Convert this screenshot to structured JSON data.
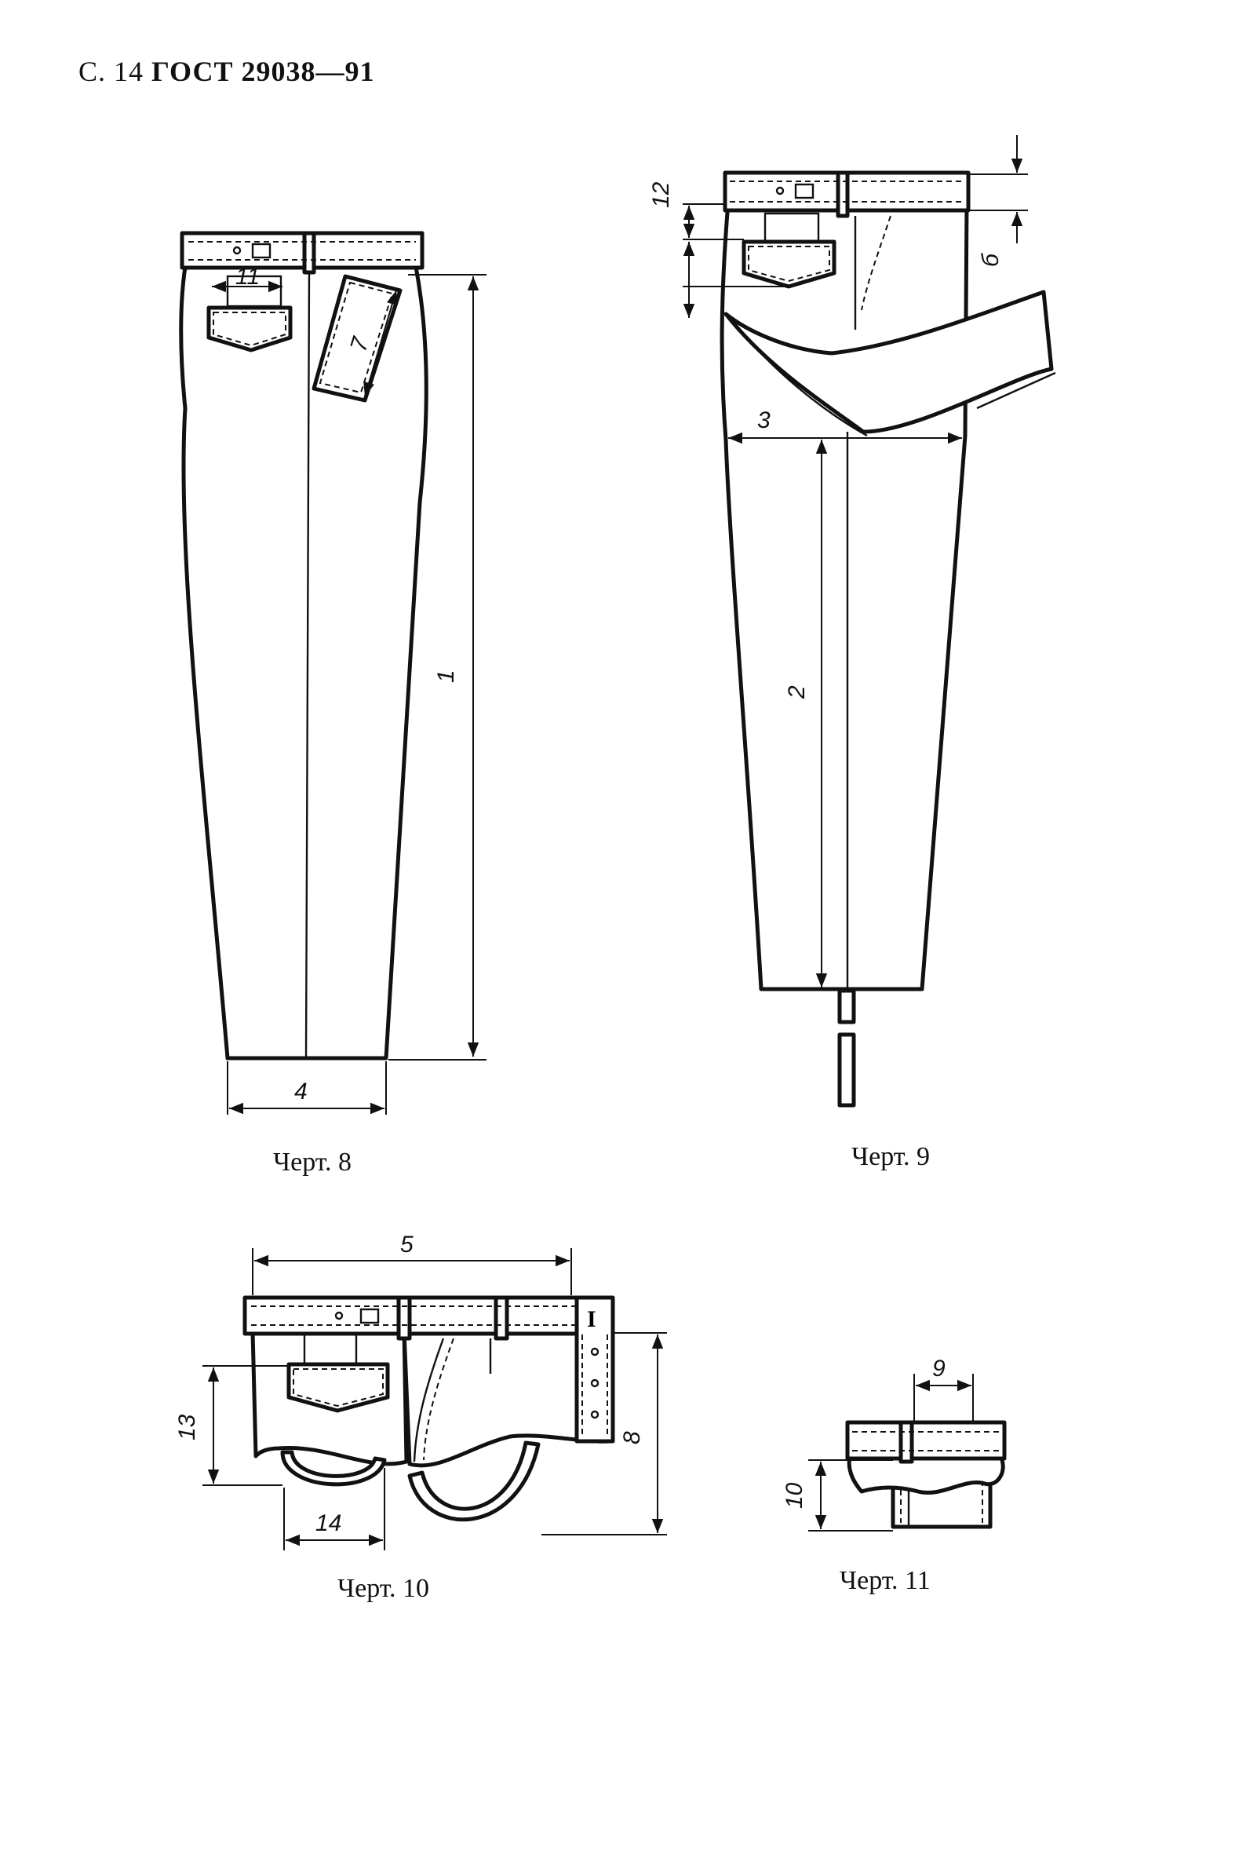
{
  "header": {
    "page": "С. 14",
    "standard": "ГОСТ 29038—91"
  },
  "figures": [
    {
      "caption": "Черт. 8",
      "labels": [
        "11",
        "7",
        "1",
        "4"
      ]
    },
    {
      "caption": "Черт. 9",
      "labels": [
        "12",
        "б",
        "3",
        "2"
      ]
    },
    {
      "caption": "Черт. 10",
      "labels": [
        "5",
        "13",
        "14",
        "8",
        "I"
      ]
    },
    {
      "caption": "Черт. 11",
      "labels": [
        "9",
        "10"
      ]
    }
  ]
}
